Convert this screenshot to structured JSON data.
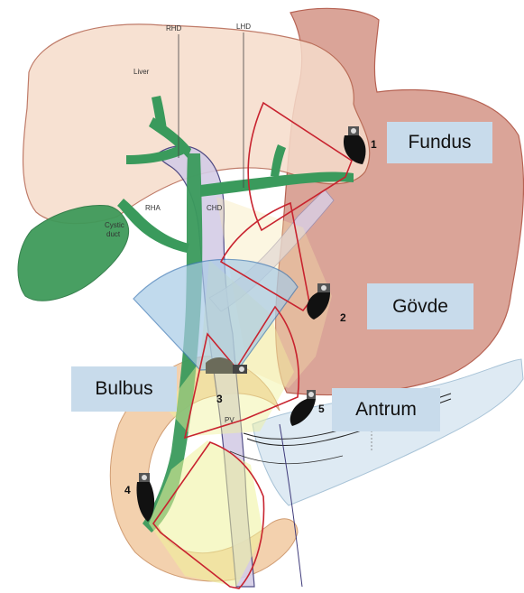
{
  "anatomy_labels": {
    "rhd": "RHD",
    "lhd": "LHD",
    "liver": "Liver",
    "rha": "RHA",
    "chd": "CHD",
    "cystic_line1": "Cystic",
    "cystic_line2": "duct",
    "pv": "PV"
  },
  "positions": {
    "p1": "1",
    "p2": "2",
    "p3": "3",
    "p4": "4",
    "p5": "5"
  },
  "regions": {
    "fundus": "Fundus",
    "govde": "Gövde",
    "bulbus": "Bulbus",
    "antrum": "Antrum"
  },
  "colors": {
    "liver": "#f6dccb",
    "stomach": "#d9a093",
    "stomach_outline": "#b35a4a",
    "bile_duct": "#3a9a5c",
    "gallbladder": "#3f9a5a",
    "portal_vein": "#d4cde6",
    "pancreas": "#dbe8f2",
    "duodenum": "#f1c9a0",
    "scan_sector": "#c8232f",
    "blue_sector": "#a8cbe6",
    "yellow_fill": "#eff29a",
    "label_box": "#c8dbeb"
  },
  "icons": {
    "probe": "endoscope-probe-icon"
  }
}
